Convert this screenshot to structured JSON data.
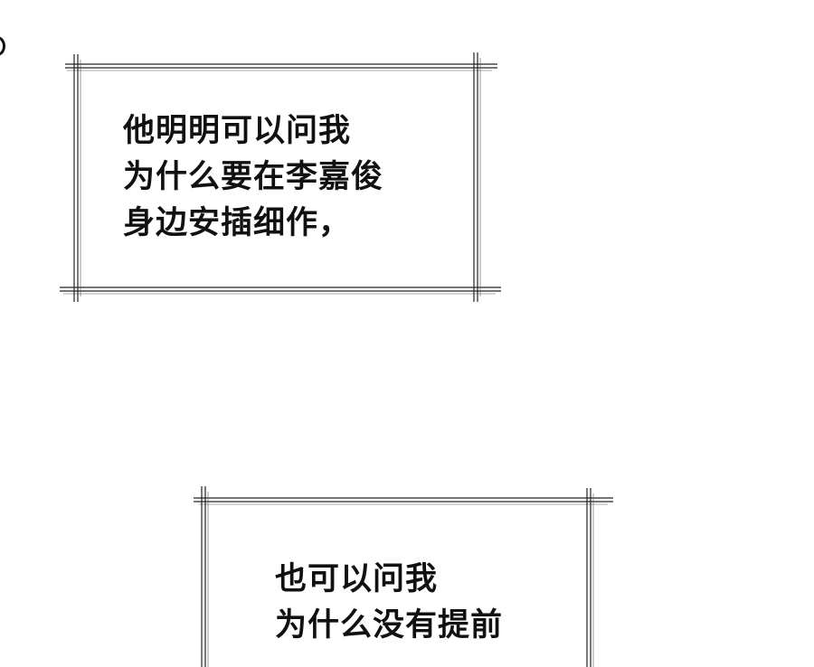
{
  "captions": [
    {
      "lines": [
        "他明明可以问我",
        "为什么要在李嘉俊",
        "身边安插细作，"
      ]
    },
    {
      "lines": [
        "也可以问我",
        "为什么没有提前"
      ]
    }
  ]
}
